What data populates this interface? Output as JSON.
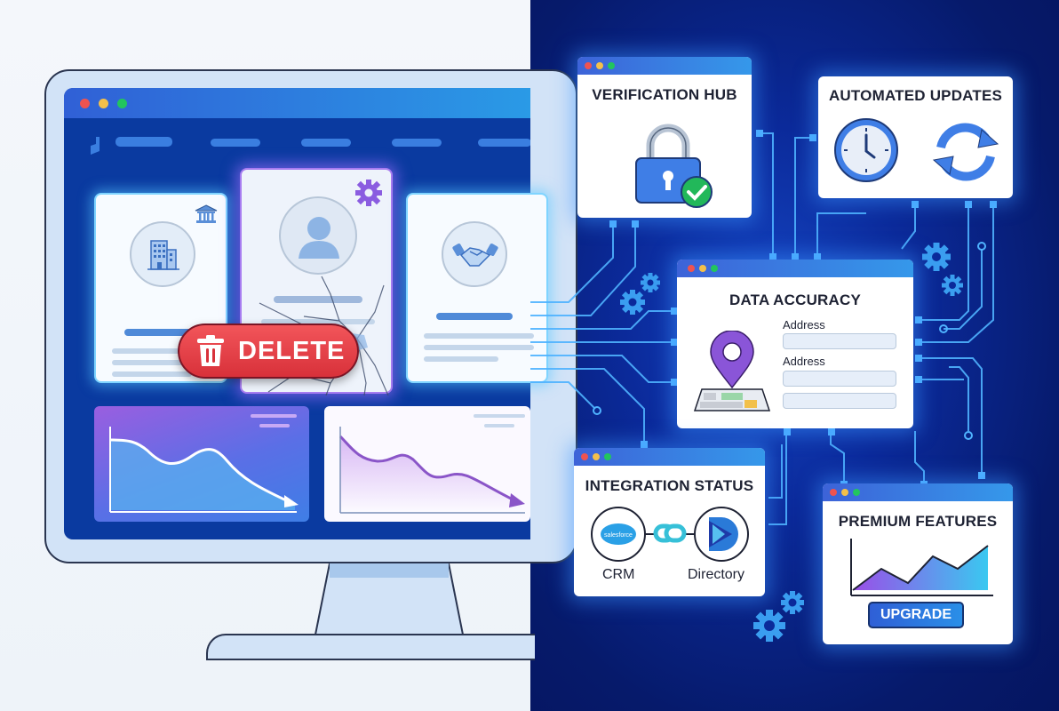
{
  "left": {
    "window_dots": [
      "#ef5350",
      "#f4c04a",
      "#22c55e"
    ],
    "nav_items": 4,
    "cards": [
      {
        "icon": "building-icon",
        "badge": "bank-icon"
      },
      {
        "icon": "user-icon",
        "badge": "gear-icon",
        "state": "cracked"
      },
      {
        "icon": "handshake-icon"
      }
    ],
    "delete_button": {
      "label": "DELETE",
      "icon": "trash-icon",
      "color": "#e23b44"
    },
    "mini_charts": [
      {
        "style": "filled-blue-purple",
        "trend": "down"
      },
      {
        "style": "white-purple-line",
        "trend": "down"
      }
    ]
  },
  "right": {
    "panels": {
      "verification": {
        "title": "VERIFICATION HUB",
        "icon": "padlock-icon",
        "badge": "check-icon"
      },
      "automated": {
        "title": "AUTOMATED UPDATES",
        "icons": [
          "clock-icon",
          "refresh-icon"
        ]
      },
      "accuracy": {
        "title": "DATA ACCURACY",
        "icon": "map-pin-icon",
        "fields": [
          {
            "label": "Address",
            "value": ""
          },
          {
            "label": "Address",
            "value": ""
          },
          {
            "label": "",
            "value": ""
          }
        ]
      },
      "integration": {
        "title": "INTEGRATION STATUS",
        "left": {
          "label": "CRM",
          "logo_text": "salesforce"
        },
        "right": {
          "label": "Directory"
        },
        "link_icon": "chain-link-icon"
      },
      "premium": {
        "title": "PREMIUM FEATURES",
        "button_label": "UPGRADE"
      }
    },
    "colors": {
      "accent": "#3598ea",
      "circuit": "#4fb3ff",
      "background": "#061a6b"
    }
  }
}
